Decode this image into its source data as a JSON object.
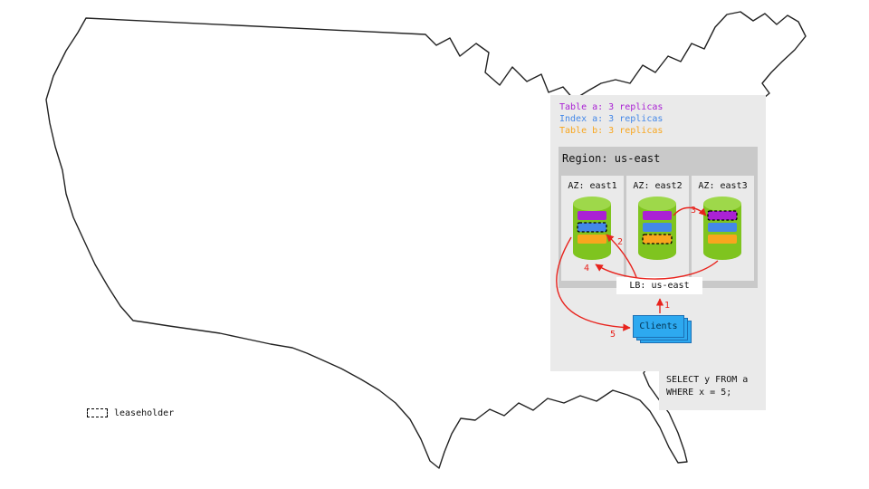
{
  "colors": {
    "table_a": "#aa22d4",
    "index_a": "#4488e8",
    "table_b": "#f8a61e",
    "arrow": "#e8231d",
    "cylinder": "#7fc41f",
    "cylinder_top": "#9ed84a",
    "clients_fill": "#2da9f0",
    "clients_border": "#1b6fb4"
  },
  "legend": {
    "items": [
      {
        "id": "table_a",
        "label": "Table a: 3 replicas"
      },
      {
        "id": "index_a",
        "label": "Index a: 3 replicas"
      },
      {
        "id": "table_b",
        "label": "Table b: 3 replicas"
      }
    ]
  },
  "region": {
    "title": "Region: us-east",
    "azs": [
      {
        "label": "AZ: east1",
        "leaseholder": "index_a"
      },
      {
        "label": "AZ: east2",
        "leaseholder": "table_b"
      },
      {
        "label": "AZ: east3",
        "leaseholder": "table_a"
      }
    ],
    "lb_label": "LB: us-east",
    "clients_label": "Clients"
  },
  "arrows": {
    "labels": [
      "1",
      "2",
      "3",
      "4",
      "5"
    ]
  },
  "query": {
    "line1": "SELECT y FROM a",
    "line2": "WHERE x = 5;"
  },
  "map_legend": {
    "leaseholder_label": "leaseholder"
  }
}
